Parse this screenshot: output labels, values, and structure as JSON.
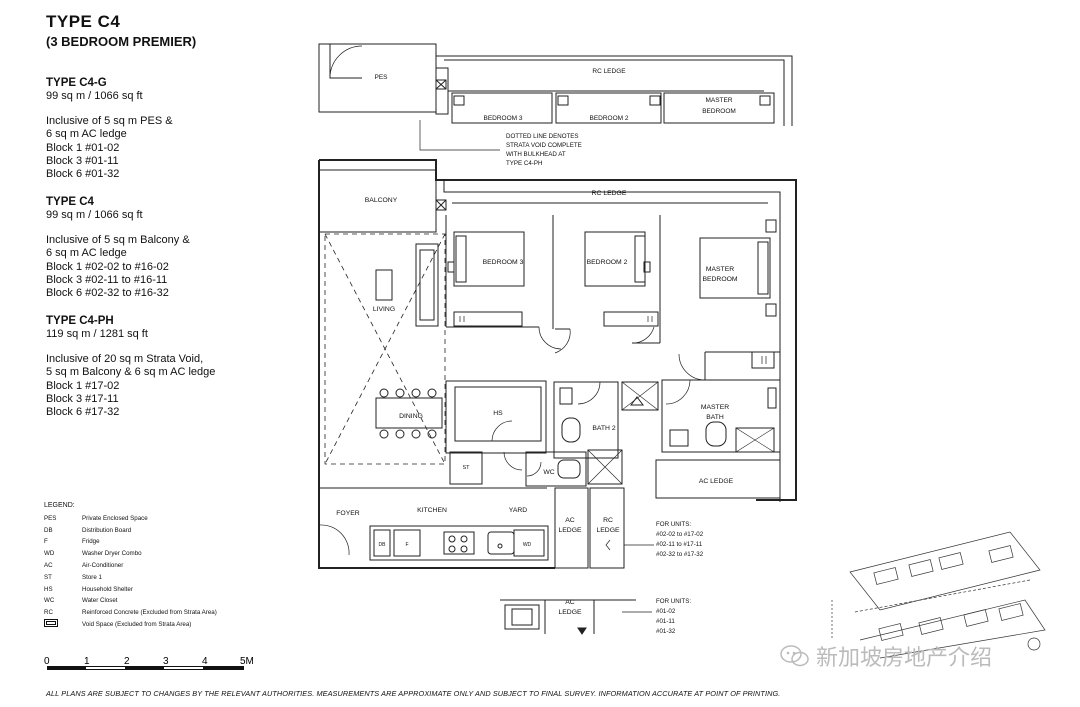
{
  "header": {
    "title": "TYPE  C4",
    "subtitle": "(3 BEDROOM PREMIER)"
  },
  "types": [
    {
      "name": "TYPE C4-G",
      "area": "99 sq m / 1066 sq ft",
      "lines": [
        "Inclusive of 5 sq m PES &",
        "6 sq m AC ledge",
        "Block 1 #01-02",
        "Block 3 #01-11",
        "Block 6 #01-32"
      ]
    },
    {
      "name": "TYPE C4",
      "area": "99 sq m / 1066 sq ft",
      "lines": [
        "Inclusive of 5 sq m Balcony &",
        "6 sq m AC ledge",
        "Block 1 #02-02 to #16-02",
        "Block 3 #02-11 to #16-11",
        "Block 6 #02-32 to #16-32"
      ]
    },
    {
      "name": "TYPE C4-PH",
      "area": "119 sq m / 1281 sq ft",
      "lines": [
        "Inclusive of 20 sq m Strata Void,",
        "5 sq m Balcony & 6 sq m AC ledge",
        "Block 1 #17-02",
        "Block 3 #17-11",
        "Block 6 #17-32"
      ]
    }
  ],
  "legend": {
    "heading": "LEGEND:",
    "items": [
      {
        "abbr": "PES",
        "desc": "Private Enclosed Space"
      },
      {
        "abbr": "DB",
        "desc": "Distribution Board"
      },
      {
        "abbr": "F",
        "desc": "Fridge"
      },
      {
        "abbr": "WD",
        "desc": "Washer Dryer Combo"
      },
      {
        "abbr": "AC",
        "desc": "Air-Conditioner"
      },
      {
        "abbr": "ST",
        "desc": "Store 1"
      },
      {
        "abbr": "HS",
        "desc": "Household Shelter"
      },
      {
        "abbr": "WC",
        "desc": "Water Closet"
      },
      {
        "abbr": "RC",
        "desc": "Reinforced Concrete (Excluded from Strata Area)"
      },
      {
        "abbr": "",
        "desc": "Void Space (Excluded from Strata Area)"
      }
    ]
  },
  "scale": {
    "ticks": [
      "0",
      "1",
      "2",
      "3",
      "4",
      "5M"
    ]
  },
  "plan": {
    "pes": "PES",
    "rc_ledge": "RC LEDGE",
    "upper_rooms": [
      "BEDROOM 3",
      "BEDROOM 2",
      "MASTER",
      "BEDROOM"
    ],
    "note": [
      "DOTTED LINE DENOTES",
      "STRATA VOID COMPLETE",
      "WITH BULKHEAD AT",
      "TYPE C4-PH"
    ],
    "balcony": "BALCONY",
    "bedroom3": "BEDROOM 3",
    "bedroom2": "BEDROOM 2",
    "master_bedroom": [
      "MASTER",
      "BEDROOM"
    ],
    "living": "LIVING",
    "dining": "DINING",
    "hs": "HS",
    "bath2": "BATH 2",
    "master_bath": [
      "MASTER",
      "BATH"
    ],
    "st": "ST",
    "wc": "WC",
    "ac_ledge": "AC LEDGE",
    "foyer": "FOYER",
    "kitchen": "KITCHEN",
    "yard": "YARD",
    "db": "DB",
    "f": "F",
    "wd": "WD",
    "ac_ledge_v": [
      "AC",
      "LEDGE"
    ],
    "rc_ledge_v": [
      "RC",
      "LEDGE"
    ],
    "for_units_1": [
      "FOR UNITS:",
      "#02-02 to #17-02",
      "#02-11 to #17-11",
      "#02-32 to #17-32"
    ],
    "for_units_2": [
      "FOR UNITS:",
      "#01-02",
      "#01-11",
      "#01-32"
    ]
  },
  "disclaimer": "ALL PLANS ARE SUBJECT TO CHANGES BY THE RELEVANT AUTHORITIES. MEASUREMENTS ARE APPROXIMATE ONLY AND SUBJECT TO FINAL SURVEY. INFORMATION ACCURATE AT POINT OF PRINTING.",
  "watermark": "新加坡房地产介绍"
}
